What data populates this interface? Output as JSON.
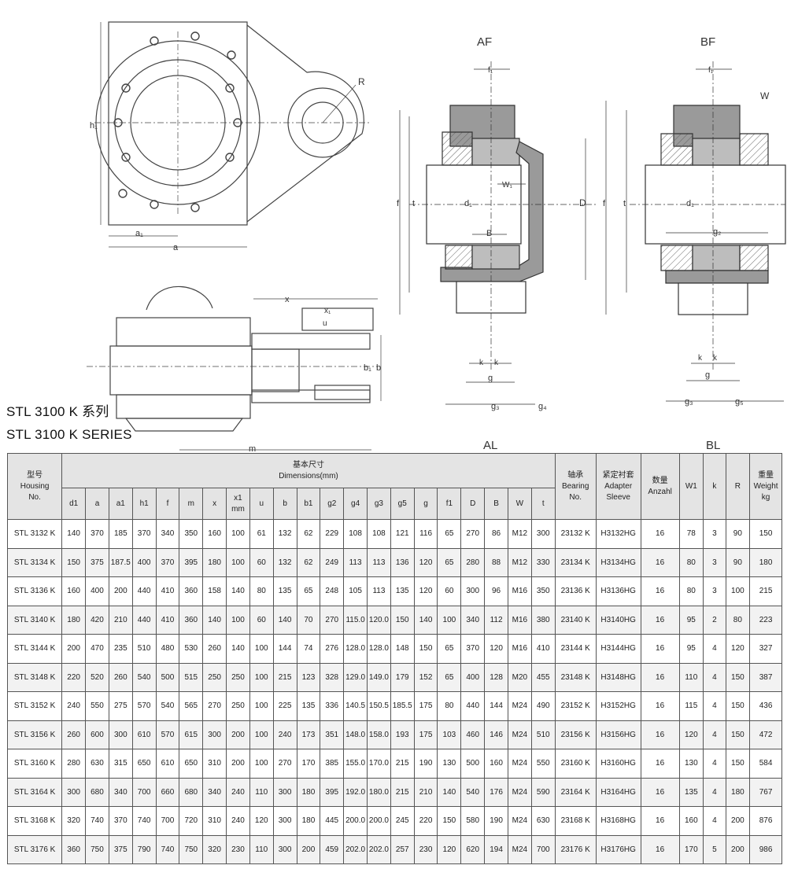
{
  "title": {
    "cn": "STL 3100 K  系列",
    "en": "STL 3100 K  SERIES"
  },
  "view_labels": {
    "af": "AF",
    "bf": "BF",
    "al": "AL",
    "bl": "BL"
  },
  "dimension_labels": {
    "h1": "h₁",
    "a1": "a₁",
    "a": "a",
    "R": "R",
    "x": "x",
    "x1": "x₁",
    "u": "u",
    "b1": "b₁",
    "b": "b",
    "m": "m",
    "f1": "f₁",
    "f": "f",
    "t": "t",
    "d1": "d₁",
    "W1": "W₁",
    "D": "D",
    "B": "B",
    "k": "k",
    "g": "g",
    "g3": "g₃",
    "g4": "g₄",
    "g2": "g₂",
    "g5": "g₅",
    "W": "W"
  },
  "table": {
    "housing_header": [
      "型号",
      "Housing",
      "No."
    ],
    "dimensions_header": [
      "基本尺寸",
      "Dimensions(mm)"
    ],
    "bearing_header": [
      "轴承",
      "Bearing",
      "No."
    ],
    "sleeve_header": [
      "紧定衬套",
      "Adapter",
      "Sleeve"
    ],
    "qty_header": [
      "数量",
      "Anzahl"
    ],
    "w1_header": "W1",
    "k_header": "k",
    "r_header": "R",
    "weight_header": [
      "重量",
      "Weight",
      "kg"
    ],
    "dim_columns": [
      "d1",
      "a",
      "a1",
      "h1",
      "f",
      "m",
      "x",
      "x1|mm",
      "u",
      "b",
      "b1",
      "g2",
      "g4",
      "g3",
      "g5",
      "g",
      "f1",
      "D",
      "B",
      "W",
      "t"
    ],
    "rows": [
      [
        "STL 3132 K",
        "140",
        "370",
        "185",
        "370",
        "340",
        "350",
        "160",
        "100",
        "61",
        "132",
        "62",
        "229",
        "108",
        "108",
        "121",
        "116",
        "65",
        "270",
        "86",
        "M12",
        "300",
        "23132 K",
        "H3132HG",
        "16",
        "78",
        "3",
        "90",
        "150"
      ],
      [
        "STL 3134 K",
        "150",
        "375",
        "187.5",
        "400",
        "370",
        "395",
        "180",
        "100",
        "60",
        "132",
        "62",
        "249",
        "113",
        "113",
        "136",
        "120",
        "65",
        "280",
        "88",
        "M12",
        "330",
        "23134 K",
        "H3134HG",
        "16",
        "80",
        "3",
        "90",
        "180"
      ],
      [
        "STL 3136 K",
        "160",
        "400",
        "200",
        "440",
        "410",
        "360",
        "158",
        "140",
        "80",
        "135",
        "65",
        "248",
        "105",
        "113",
        "135",
        "120",
        "60",
        "300",
        "96",
        "M16",
        "350",
        "23136 K",
        "H3136HG",
        "16",
        "80",
        "3",
        "100",
        "215"
      ],
      [
        "STL 3140 K",
        "180",
        "420",
        "210",
        "440",
        "410",
        "360",
        "140",
        "100",
        "60",
        "140",
        "70",
        "270",
        "115.0",
        "120.0",
        "150",
        "140",
        "100",
        "340",
        "112",
        "M16",
        "380",
        "23140 K",
        "H3140HG",
        "16",
        "95",
        "2",
        "80",
        "223"
      ],
      [
        "STL 3144 K",
        "200",
        "470",
        "235",
        "510",
        "480",
        "530",
        "260",
        "140",
        "100",
        "144",
        "74",
        "276",
        "128.0",
        "128.0",
        "148",
        "150",
        "65",
        "370",
        "120",
        "M16",
        "410",
        "23144 K",
        "H3144HG",
        "16",
        "95",
        "4",
        "120",
        "327"
      ],
      [
        "STL 3148 K",
        "220",
        "520",
        "260",
        "540",
        "500",
        "515",
        "250",
        "250",
        "100",
        "215",
        "123",
        "328",
        "129.0",
        "149.0",
        "179",
        "152",
        "65",
        "400",
        "128",
        "M20",
        "455",
        "23148 K",
        "H3148HG",
        "16",
        "110",
        "4",
        "150",
        "387"
      ],
      [
        "STL 3152 K",
        "240",
        "550",
        "275",
        "570",
        "540",
        "565",
        "270",
        "250",
        "100",
        "225",
        "135",
        "336",
        "140.5",
        "150.5",
        "185.5",
        "175",
        "80",
        "440",
        "144",
        "M24",
        "490",
        "23152 K",
        "H3152HG",
        "16",
        "115",
        "4",
        "150",
        "436"
      ],
      [
        "STL 3156 K",
        "260",
        "600",
        "300",
        "610",
        "570",
        "615",
        "300",
        "200",
        "100",
        "240",
        "173",
        "351",
        "148.0",
        "158.0",
        "193",
        "175",
        "103",
        "460",
        "146",
        "M24",
        "510",
        "23156 K",
        "H3156HG",
        "16",
        "120",
        "4",
        "150",
        "472"
      ],
      [
        "STL 3160 K",
        "280",
        "630",
        "315",
        "650",
        "610",
        "650",
        "310",
        "200",
        "100",
        "270",
        "170",
        "385",
        "155.0",
        "170.0",
        "215",
        "190",
        "130",
        "500",
        "160",
        "M24",
        "550",
        "23160 K",
        "H3160HG",
        "16",
        "130",
        "4",
        "150",
        "584"
      ],
      [
        "STL 3164 K",
        "300",
        "680",
        "340",
        "700",
        "660",
        "680",
        "340",
        "240",
        "110",
        "300",
        "180",
        "395",
        "192.0",
        "180.0",
        "215",
        "210",
        "140",
        "540",
        "176",
        "M24",
        "590",
        "23164 K",
        "H3164HG",
        "16",
        "135",
        "4",
        "180",
        "767"
      ],
      [
        "STL 3168 K",
        "320",
        "740",
        "370",
        "740",
        "700",
        "720",
        "310",
        "240",
        "120",
        "300",
        "180",
        "445",
        "200.0",
        "200.0",
        "245",
        "220",
        "150",
        "580",
        "190",
        "M24",
        "630",
        "23168 K",
        "H3168HG",
        "16",
        "160",
        "4",
        "200",
        "876"
      ],
      [
        "STL 3176 K",
        "360",
        "750",
        "375",
        "790",
        "740",
        "750",
        "320",
        "230",
        "110",
        "300",
        "200",
        "459",
        "202.0",
        "202.0",
        "257",
        "230",
        "120",
        "620",
        "194",
        "M24",
        "700",
        "23176 K",
        "H3176HG",
        "16",
        "170",
        "5",
        "200",
        "986"
      ]
    ]
  },
  "colors": {
    "line": "#444444",
    "housing_fill": "#9a9a9a",
    "header_fill": "#e4e4e4"
  }
}
